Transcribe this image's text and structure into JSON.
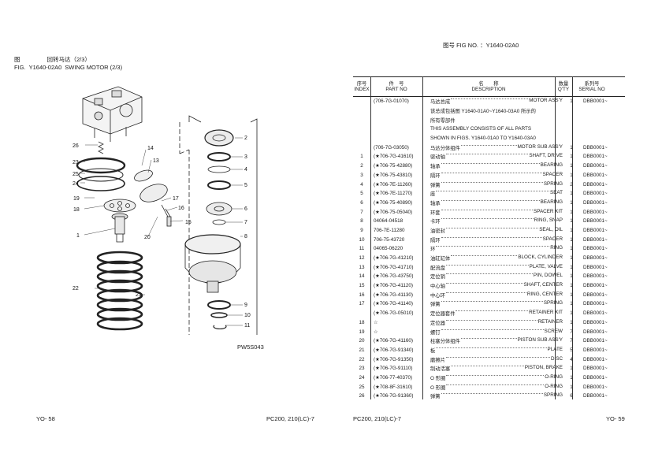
{
  "header": {
    "fig_left": {
      "label_cn": "图",
      "label_en": "FIG.",
      "code": "Y1640-02A0",
      "title_cn": "回转马达（2/3）",
      "title_en": "SWING MOTOR (2/3)"
    },
    "fig_right": "图号 FIG NO. ：Y1640-02A0"
  },
  "footer": {
    "page_left": "YO- 58",
    "model_left": "PC200, 210(LC)-7",
    "model_right": "PC200, 210(LC)-7",
    "page_right": "YO- 59"
  },
  "diagram": {
    "code": "PW5S043",
    "callouts_left": [
      "26",
      "23",
      "25",
      "24",
      "19",
      "18",
      "1",
      "22",
      "20",
      "21",
      "14",
      "13",
      "17",
      "16",
      "15"
    ],
    "callouts_right": [
      "2",
      "3",
      "4",
      "5",
      "6",
      "7",
      "8",
      "9",
      "10",
      "11"
    ]
  },
  "table": {
    "headers": {
      "index": [
        "序号",
        "INDEX"
      ],
      "part": [
        "件　号",
        "PART NO"
      ],
      "desc": [
        "名　　称",
        "DESCRIPTION"
      ],
      "qty": [
        "数量",
        "Q'TY"
      ],
      "serial": [
        "系列号",
        "SERIAL NO"
      ]
    },
    "rows": [
      {
        "idx": "",
        "part": "(706-7G-01070)",
        "cn": "马达总成",
        "en": "MOTOR ASS'Y",
        "qty": "1",
        "ser": "DBB0001~"
      },
      {
        "note": "该总成包括图 Y1640-01A0~Y1640-03A0 所示的"
      },
      {
        "note": "所有零部件"
      },
      {
        "note": "THIS ASSEMBLY CONSISTS OF ALL PARTS"
      },
      {
        "note": "SHOWN IN FIGS. Y1640-01A0 TO Y1640-03A0"
      },
      {
        "idx": "",
        "part": "(706-7G-03050)",
        "cn": "马达分体组件",
        "en": "MOTOR SUB ASS'Y",
        "qty": "1",
        "ser": "DBB0001~"
      },
      {
        "idx": "1",
        "part": "(★706-7G-41610)",
        "cn": "驱动轴",
        "en": "SHAFT, DRIVE",
        "qty": "1",
        "ser": "DBB0001~"
      },
      {
        "idx": "2",
        "part": "(★706-75-42880)",
        "cn": "轴承",
        "en": "BEARING",
        "qty": "1",
        "ser": "DBB0001~"
      },
      {
        "idx": "3",
        "part": "(★706-75-43810)",
        "cn": "隔环",
        "en": "SPACER",
        "qty": "1",
        "ser": "DBB0001~"
      },
      {
        "idx": "4",
        "part": "(★706-7E-11260)",
        "cn": "弹簧",
        "en": "SPRING",
        "qty": "2",
        "ser": "DBB0001~"
      },
      {
        "idx": "5",
        "part": "(★706-7E-11270)",
        "cn": "座",
        "en": "SEAT",
        "qty": "1",
        "ser": "DBB0001~"
      },
      {
        "idx": "6",
        "part": "(★706-75-40890)",
        "cn": "轴承",
        "en": "BEARING",
        "qty": "1",
        "ser": "DBB0001~"
      },
      {
        "idx": "7",
        "part": "(★706-75-05040)",
        "cn": "环套",
        "en": "SPACER KIT",
        "qty": "1",
        "ser": "DBB0001~"
      },
      {
        "idx": "8",
        "part": "04064-04518",
        "cn": "卡环",
        "en": "RING, SNAP",
        "qty": "1",
        "ser": "DBB0001~"
      },
      {
        "idx": "9",
        "part": "706-7E-11280",
        "cn": "油密封",
        "en": "SEAL, OIL",
        "qty": "1",
        "ser": "DBB0001~"
      },
      {
        "idx": "10",
        "part": "706-75-43720",
        "cn": "隔环",
        "en": "SPACER",
        "qty": "1",
        "ser": "DBB0001~"
      },
      {
        "idx": "11",
        "part": "04065-06220",
        "cn": "环",
        "en": "RING",
        "qty": "1",
        "ser": "DBB0001~"
      },
      {
        "idx": "12",
        "part": "(★706-7G-41210)",
        "cn": "油缸缸体",
        "en": "BLOCK, CYLINDER",
        "qty": "1",
        "ser": "DBB0001~"
      },
      {
        "idx": "13",
        "part": "(★706-7G-41710)",
        "cn": "配流盘",
        "en": "PLATE, VALVE",
        "qty": "1",
        "ser": "DBB0001~"
      },
      {
        "idx": "14",
        "part": "(★706-7G-43750)",
        "cn": "定位销",
        "en": "PIN, DOWEL",
        "qty": "1",
        "ser": "DBB0001~"
      },
      {
        "idx": "15",
        "part": "(★706-7G-41120)",
        "cn": "中心轴",
        "en": "SHAFT, CENTER",
        "qty": "1",
        "ser": "DBB0001~"
      },
      {
        "idx": "16",
        "part": "(★706-7G-41130)",
        "cn": "中心环",
        "en": "RING, CENTER",
        "qty": "1",
        "ser": "DBB0001~"
      },
      {
        "idx": "17",
        "part": "(★706-7G-41140)",
        "cn": "弹簧",
        "en": "SPRING",
        "qty": "1",
        "ser": "DBB0001~"
      },
      {
        "idx": "",
        "part": "(★706-7G-05010)",
        "cn": "定位器套件",
        "en": "RETAINER KIT",
        "qty": "1",
        "ser": "DBB0001~"
      },
      {
        "idx": "18",
        "part": "☆",
        "cn": "定位器",
        "en": "RETAINER",
        "qty": "1",
        "ser": "DBB0001~"
      },
      {
        "idx": "19",
        "part": "☆",
        "cn": "螺钉",
        "en": "SCREW",
        "qty": "7",
        "ser": "DBB0001~"
      },
      {
        "idx": "20",
        "part": "(★706-7G-41160)",
        "cn": "柱塞分体组件",
        "en": "PISTON SUB ASS'Y",
        "qty": "7",
        "ser": "DBB0001~"
      },
      {
        "idx": "21",
        "part": "(★706-7G-91340)",
        "cn": "板",
        "en": "PLATE",
        "qty": "5",
        "ser": "DBB0001~"
      },
      {
        "idx": "22",
        "part": "(★706-7G-91350)",
        "cn": "磨擦片",
        "en": "DISC",
        "qty": "4",
        "ser": "DBB0001~"
      },
      {
        "idx": "23",
        "part": "(★706-7G-91110)",
        "cn": "制动活塞",
        "en": "PISTON, BRAKE",
        "qty": "1",
        "ser": "DBB0001~"
      },
      {
        "idx": "24",
        "part": "(★706-77-40370)",
        "cn": "O 形圈",
        "en": "O-RING",
        "qty": "1",
        "ser": "DBB0001~"
      },
      {
        "idx": "25",
        "part": "(★708-8F-31610)",
        "cn": "O 形圈",
        "en": "O-RING",
        "qty": "1",
        "ser": "DBB0001~"
      },
      {
        "idx": "26",
        "part": "(★706-7G-91360)",
        "cn": "弹簧",
        "en": "SPRING",
        "qty": "6",
        "ser": "DBB0001~"
      }
    ]
  }
}
